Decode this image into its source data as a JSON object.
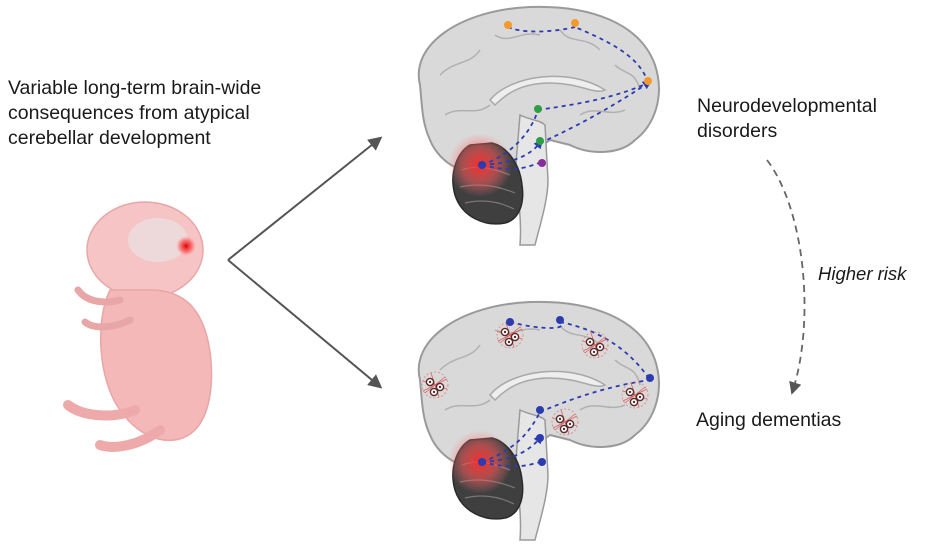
{
  "labels": {
    "intro": "Variable long-term brain-wide consequences from atypical cerebellar development",
    "neurodevelopmental": "Neurodevelopmental disorders",
    "risk": "Higher risk",
    "aging": "Aging dementias"
  },
  "colors": {
    "arrow": "#555555",
    "brain_fill": "#d9d9d9",
    "brain_outline": "#9a9a9a",
    "cerebellum": "#3f3f3f",
    "lesion_red": "#e02020",
    "connection_dash": "#2b3bb0",
    "node_orange": "#f59a2a",
    "node_green": "#2e9e44",
    "node_purple": "#8a2a9c",
    "node_blue": "#2b3bb0",
    "infant_skin": "#f6c4c4",
    "plaque": "#c0504d"
  },
  "icons": {
    "infant": "fetus-illustration",
    "brain_top": "sagittal-brain-icon",
    "brain_bottom": "sagittal-brain-with-plaques-icon"
  }
}
